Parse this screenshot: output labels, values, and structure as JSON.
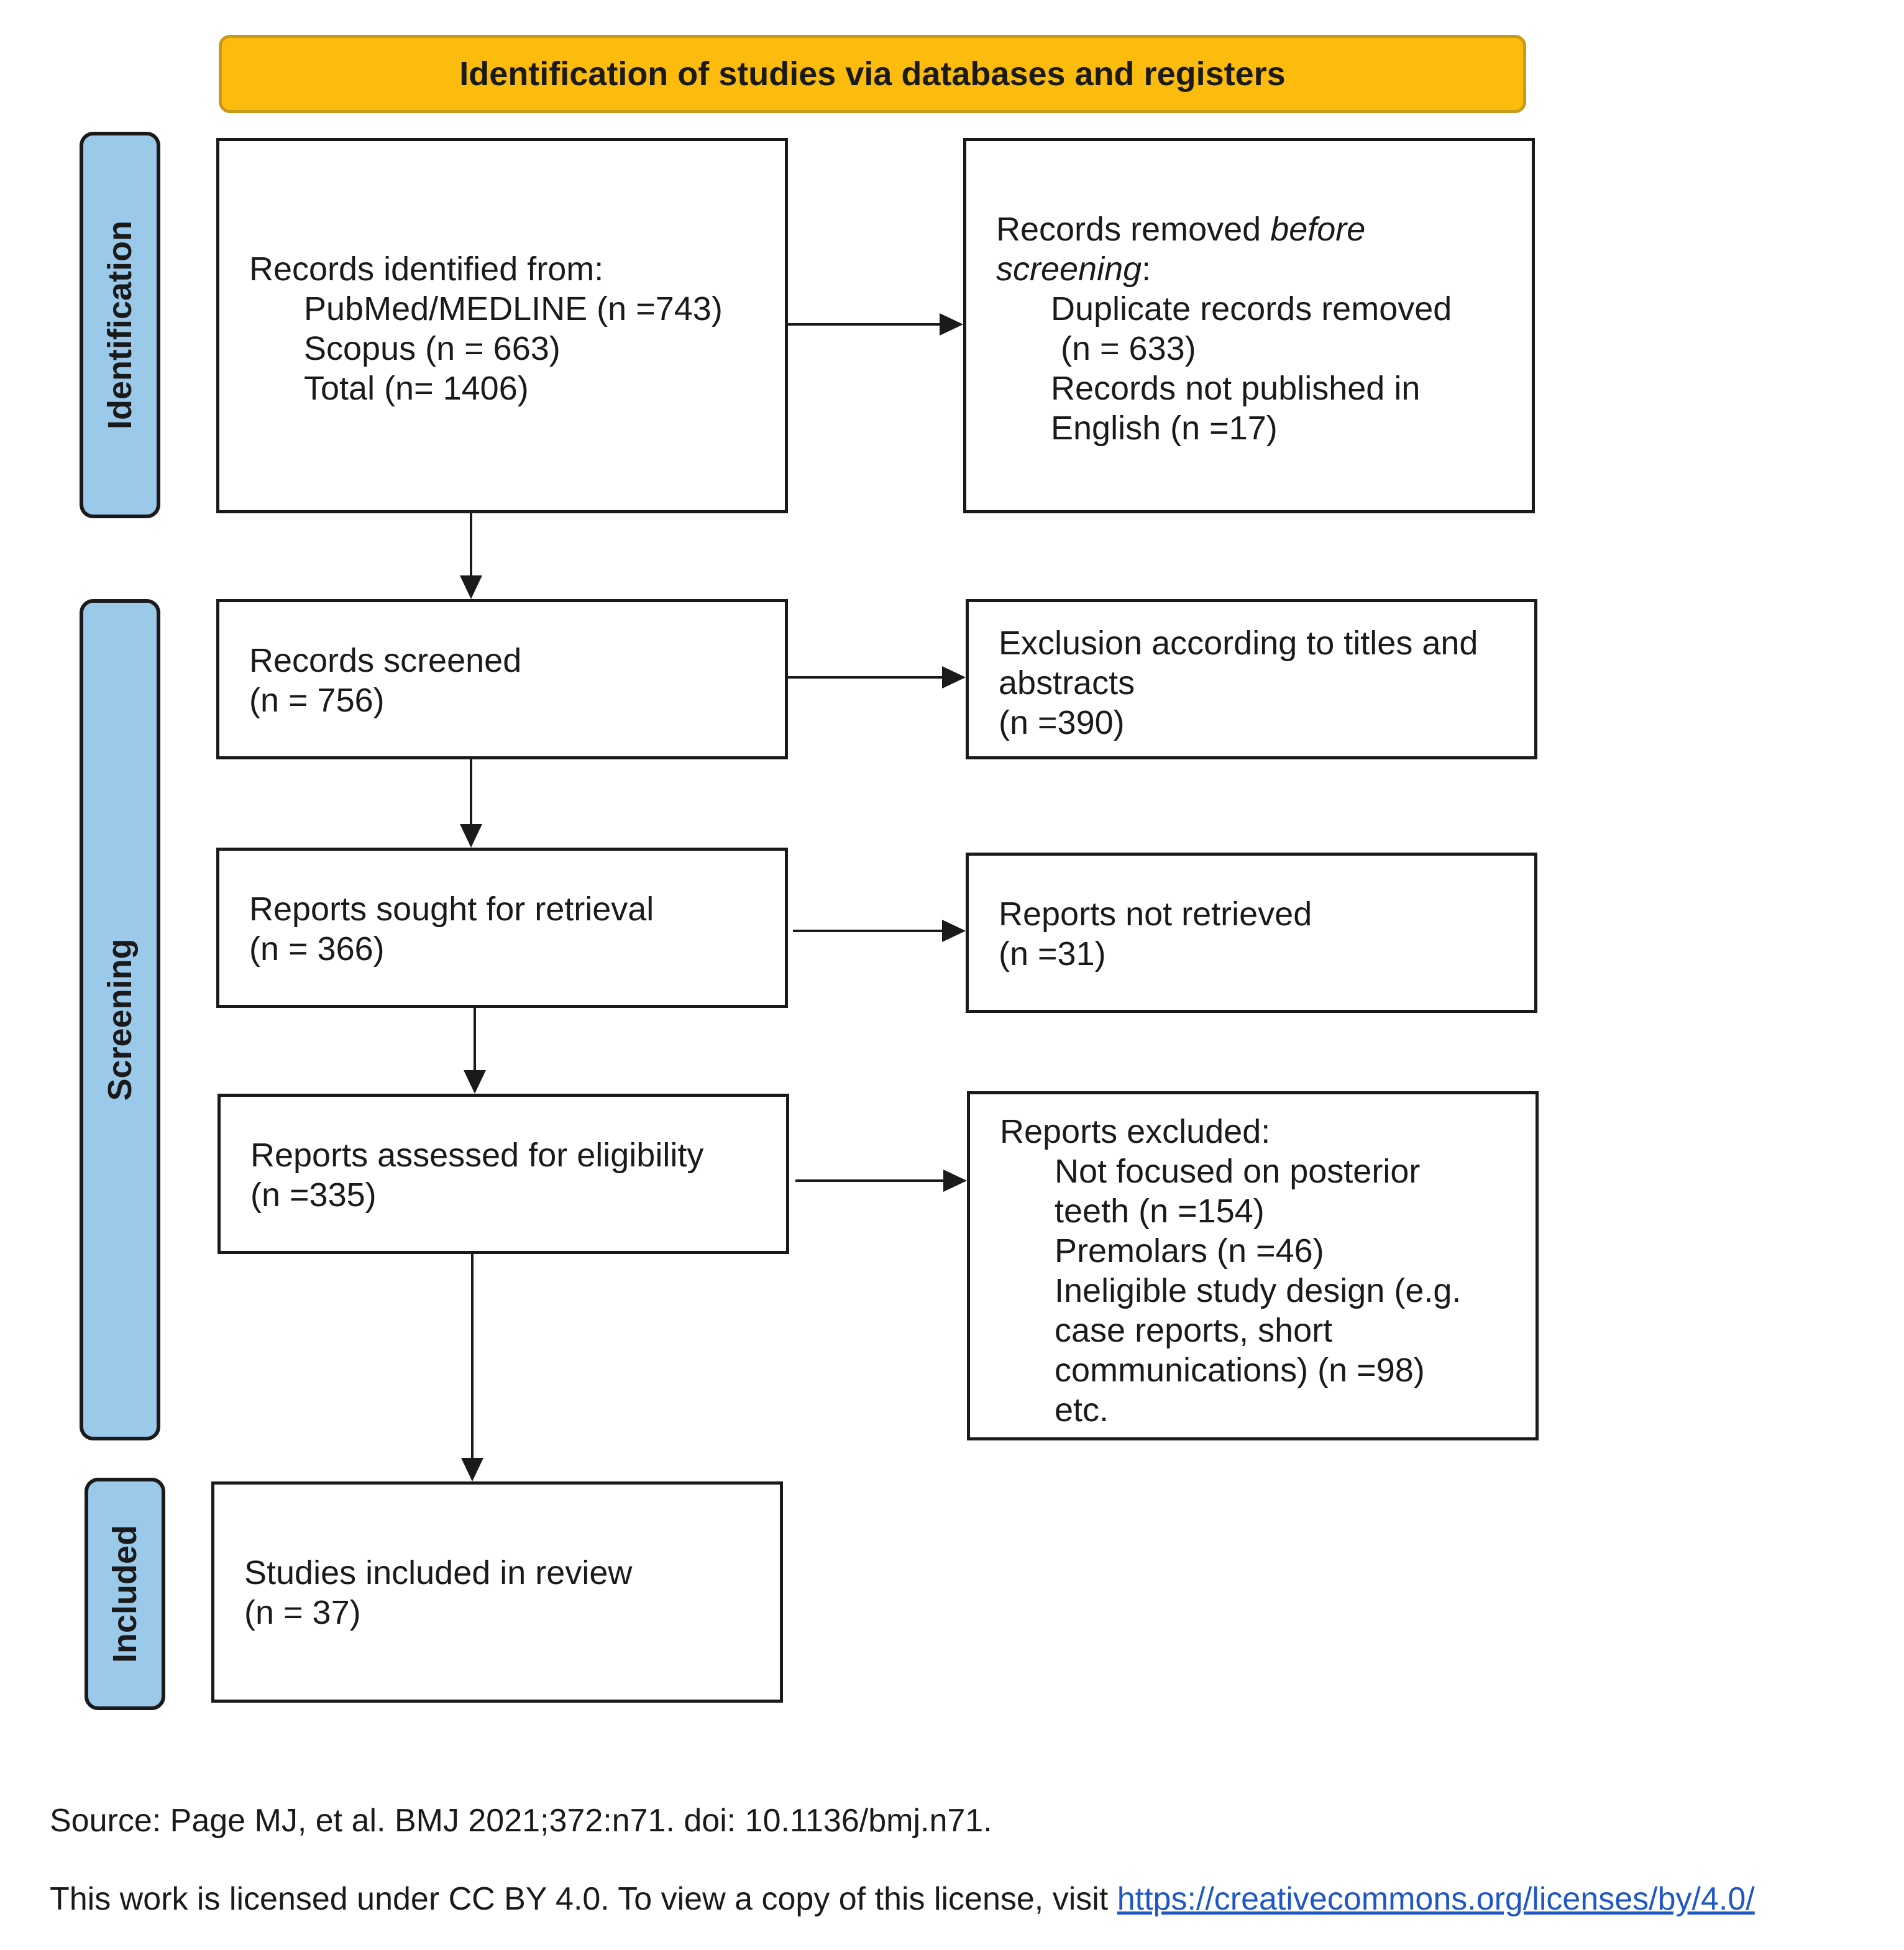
{
  "header": {
    "title": "Identification of studies via databases and registers"
  },
  "phases": {
    "identification": "Identification",
    "screening": "Screening",
    "included": "Included"
  },
  "records_identified": {
    "heading": "Records identified from:",
    "pubmed": "PubMed/MEDLINE (n =743)",
    "scopus": "Scopus (n = 663)",
    "total": "Total (n= 1406)"
  },
  "records_removed": {
    "prefix": "Records removed ",
    "emph1": "before",
    "emph2": "screening",
    "colon": ":",
    "duplicates": "Duplicate records removed",
    "duplicates_n": "(n = 633)",
    "not_english_1": "Records not published in",
    "not_english_2": "English (n =17)"
  },
  "records_screened": {
    "label": "Records screened",
    "n": "(n = 756)"
  },
  "exclusion_titles": {
    "line1": "Exclusion according to titles and",
    "line2": "abstracts",
    "n": "(n =390)"
  },
  "reports_sought": {
    "label": "Reports sought for retrieval",
    "n": "(n = 366)"
  },
  "reports_not_retrieved": {
    "label": "Reports not retrieved",
    "n": "(n =31)"
  },
  "reports_assessed": {
    "label": "Reports assessed for eligibility",
    "n": "(n =335)"
  },
  "reports_excluded": {
    "heading": "Reports excluded:",
    "l1": "Not focused on posterior",
    "l2": "teeth (n =154)",
    "l3": "Premolars (n =46)",
    "l4": "Ineligible study design (e.g.",
    "l5": "case reports, short",
    "l6": "communications) (n =98)",
    "l7": "etc."
  },
  "studies_included": {
    "label": "Studies included in review",
    "n": "(n = 37)"
  },
  "footer": {
    "source": "Source: Page MJ, et al. BMJ 2021;372:n71. doi: 10.1136/bmj.n71.",
    "license_text": "This work is licensed under CC BY 4.0. To view a copy of this license, visit ",
    "license_link": "https://creativecommons.org/licenses/by/4.0/"
  },
  "colors": {
    "header_fill": "#fbbc0e",
    "phase_fill": "#9ac9ea",
    "link": "#1f57c6"
  }
}
